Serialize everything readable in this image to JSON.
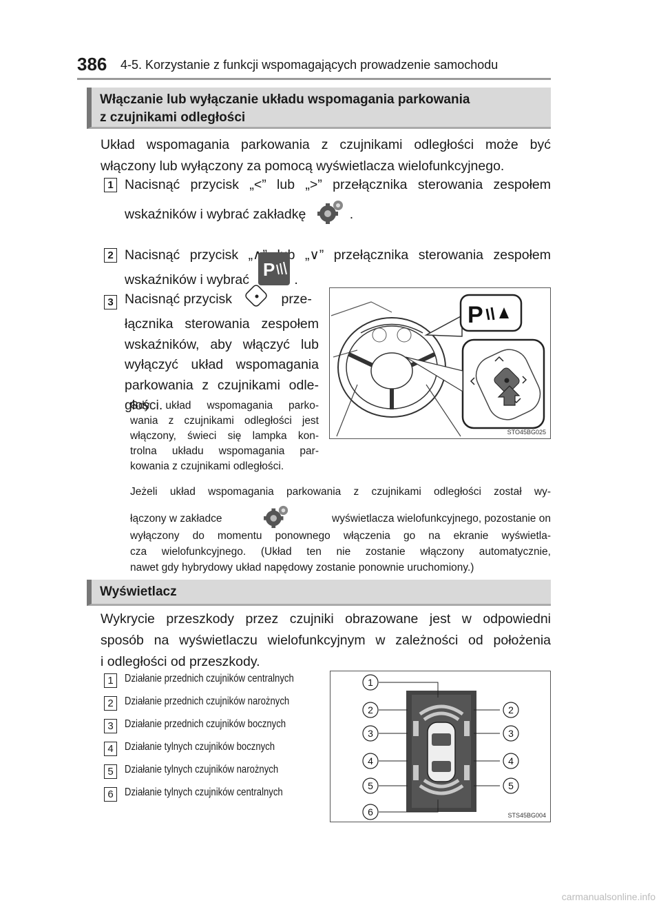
{
  "header": {
    "page_number": "386",
    "chapter": "4-5. Korzystanie z funkcji wspomagających prowadzenie samochodu"
  },
  "section1": {
    "title_line1": "Włączanie lub wyłączanie układu wspomagania parkowania",
    "title_line2": "z czujnikami odległości",
    "intro_line1": "Układ wspomagania parkowania z czujnikami odległości może być",
    "intro_line2": "włączony lub wyłączony za pomocą wyświetlacza wielofunkcyjnego.",
    "steps": [
      {
        "num": "1",
        "line1": "Nacisnąć przycisk „<” lub „>” przełącznika sterowania zespołem",
        "line2_pre": "wskaźników i wybrać zakładkę",
        "line2_post": "."
      },
      {
        "num": "2",
        "line1": "Nacisnąć przycisk „∧” lub „∨” przełącznika sterowania zespołem",
        "line2_pre": "wskaźników i wybrać",
        "line2_post": "."
      },
      {
        "num": "3",
        "line1_pre": "Nacisnąć przycisk",
        "line1_post": "prze-",
        "lines": [
          "łącznika sterowania zespołem",
          "wskaźników, aby włączyć lub",
          "wyłączyć układ wspomagania",
          "parkowania z czujnikami odle-",
          "głości."
        ],
        "note": [
          "Gdy układ wspomagania parko-",
          "wania z czujnikami odległości jest",
          "włączony, świeci się lampka kon-",
          "trolna układu wspomagania par-",
          "kowania z czujnikami odległości."
        ]
      }
    ],
    "figure1_code": "STO45BG025",
    "note2_line1": "Jeżeli układ wspomagania parkowania z czujnikami odległości został wy-",
    "note2_line2_pre": "łączony w zakładce",
    "note2_line2_post": "wyświetlacza wielofunkcyjnego, pozostanie on",
    "note2_line3": "wyłączony do momentu ponownego włączenia go na ekranie wyświetla-",
    "note2_line4": "cza wielofunkcyjnego. (Układ ten nie zostanie włączony automatycznie,",
    "note2_line5": "nawet gdy hybrydowy układ napędowy zostanie ponownie uruchomiony.)"
  },
  "section2": {
    "title": "Wyświetlacz",
    "intro_line1": "Wykrycie przeszkody przez czujniki obrazowane jest w odpowiedni",
    "intro_line2": "sposób na wyświetlaczu wielofunkcyjnym w zależności od położenia",
    "intro_line3": "i odległości od przeszkody.",
    "legend": [
      {
        "num": "1",
        "text": "Działanie przednich czujników centralnych"
      },
      {
        "num": "2",
        "text": "Działanie przednich czujników narożnych"
      },
      {
        "num": "3",
        "text": "Działanie przednich czujników bocznych"
      },
      {
        "num": "4",
        "text": "Działanie tylnych czujników bocznych"
      },
      {
        "num": "5",
        "text": "Działanie tylnych czujników narożnych"
      },
      {
        "num": "6",
        "text": "Działanie tylnych czujników centralnych"
      }
    ],
    "figure2_code": "STS45BG004",
    "callouts": [
      "1",
      "2",
      "2",
      "3",
      "3",
      "4",
      "4",
      "5",
      "5",
      "6"
    ]
  },
  "footer": "carmanualsonline.info"
}
